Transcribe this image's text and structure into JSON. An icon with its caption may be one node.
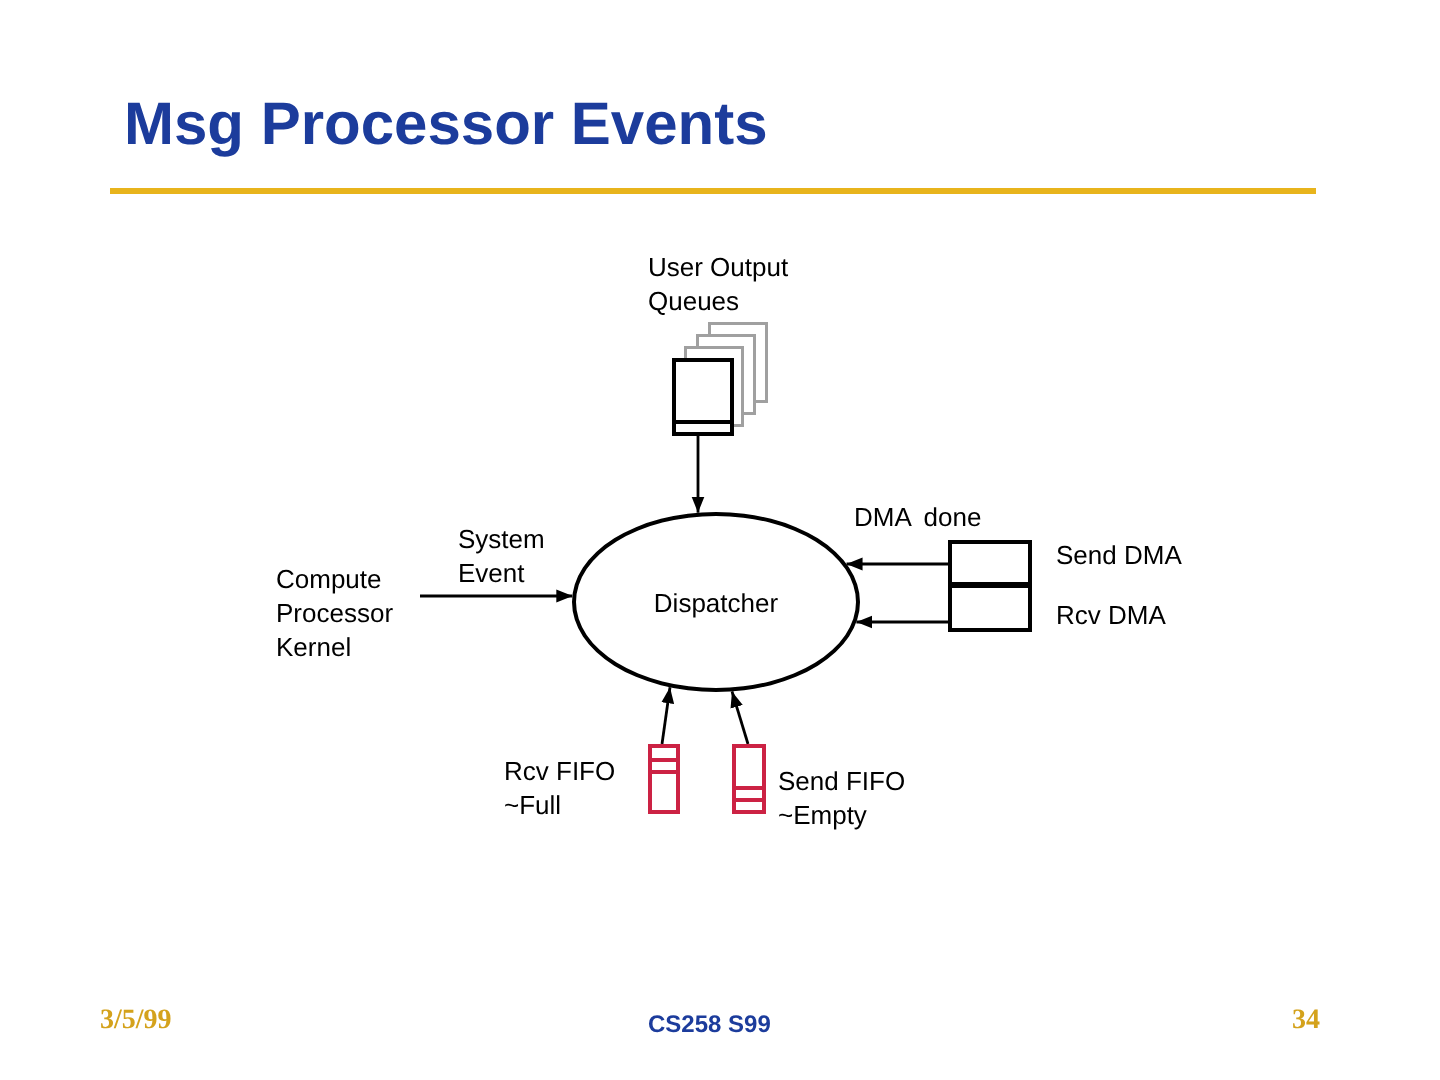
{
  "diagram": {
    "title": "Msg Processor Events",
    "nodes": [
      {
        "text": [],
        "shape": "stack",
        "beside": [
          "User Output Queues"
        ]
      },
      {
        "text": [
          "Compute Processor Kernel"
        ]
      },
      {
        "text": [
          "Dispatcher"
        ]
      },
      {
        "text": [],
        "shape": "box",
        "beside": [
          "Send DMA"
        ]
      },
      {
        "text": [],
        "shape": "box",
        "beside": [
          "Rcv DMA"
        ]
      },
      {
        "text": [],
        "shape": "box",
        "beside": [
          "Rcv FIFO ~Full"
        ]
      },
      {
        "text": [],
        "shape": "box",
        "beside": [
          "Send FIFO ~Empty"
        ]
      }
    ],
    "edges": [
      {
        "from": 0,
        "to": 2,
        "arrow": "to"
      },
      {
        "from": 1,
        "to": 2,
        "arrow": "to",
        "label": "System Event"
      },
      {
        "from": 3,
        "to": 2,
        "arrow": "to",
        "label": "DMA done"
      },
      {
        "from": 4,
        "to": 2,
        "arrow": "to"
      },
      {
        "from": 5,
        "to": 2,
        "arrow": "to"
      },
      {
        "from": 6,
        "to": 2,
        "arrow": "to"
      }
    ],
    "labels": [
      "3/5/99",
      "CS258 S99",
      "34"
    ]
  }
}
